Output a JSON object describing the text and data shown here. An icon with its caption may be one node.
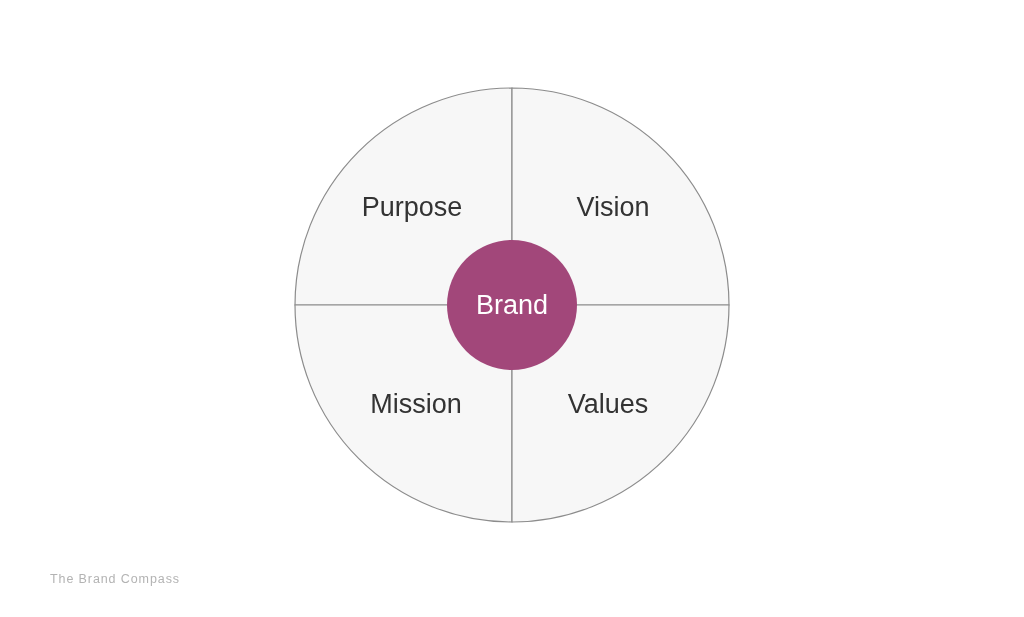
{
  "diagram": {
    "caption": "The Brand Compass",
    "nodes": [
      {
        "text": [
          "Purpose"
        ]
      },
      {
        "text": [
          "Vision"
        ]
      },
      {
        "text": [
          "Brand"
        ]
      },
      {
        "text": [
          "Mission"
        ]
      },
      {
        "text": [
          "Values"
        ]
      }
    ]
  }
}
